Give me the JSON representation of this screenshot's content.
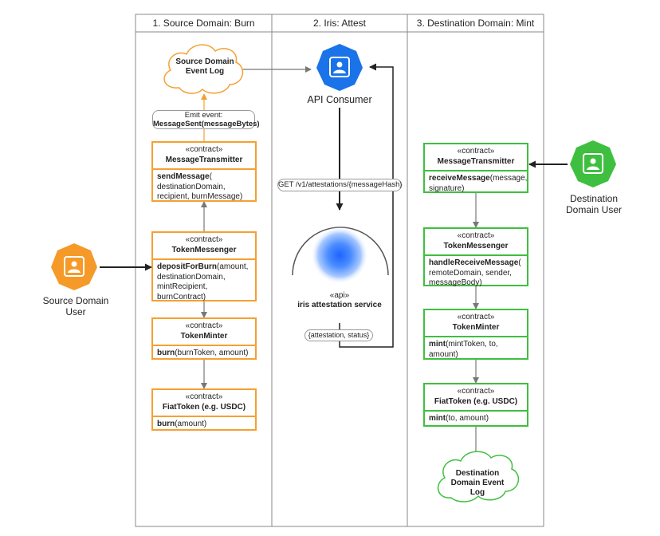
{
  "lanes": [
    "1. Source Domain: Burn",
    "2. Iris: Attest",
    "3. Destination Domain: Mint"
  ],
  "actors": {
    "source_user": [
      "Source Domain",
      "User"
    ],
    "api_consumer": "API Consumer",
    "destination_user": [
      "Destination",
      "Domain User"
    ]
  },
  "clouds": {
    "source_log": [
      "Source Domain",
      "Event Log"
    ],
    "destination_log": [
      "Destination",
      "Domain Event",
      "Log"
    ]
  },
  "emit_event": {
    "line1": "Emit event:",
    "line2": "MessageSent(messageBytes)"
  },
  "get_request": "GET /v1/attestations/{messageHash}",
  "attestation_response": "{attestation, status}",
  "iris_service": {
    "stereotype": "«api»",
    "name": "iris attestation service"
  },
  "colors": {
    "source": "#f5a032",
    "destination": "#3fbf3f",
    "api": "#1a73e8"
  },
  "source_contracts": [
    {
      "stereotype": "«contract»",
      "name": "MessageTransmitter",
      "method": "sendMessage",
      "args": "(\ndestinationDomain,\nrecipient, burnMessage)"
    },
    {
      "stereotype": "«contract»",
      "name": "TokenMessenger",
      "method": "depositForBurn",
      "args": "(amount,\ndestinationDomain,\nmintRecipient,\nburnContract)"
    },
    {
      "stereotype": "«contract»",
      "name": "TokenMinter",
      "method": "burn",
      "args": "(burnToken, amount)"
    },
    {
      "stereotype": "«contract»",
      "name": "FiatToken (e.g. USDC)",
      "method": "burn",
      "args": "(amount)"
    }
  ],
  "destination_contracts": [
    {
      "stereotype": "«contract»",
      "name": "MessageTransmitter",
      "method": "receiveMessage",
      "args": "(message,\nsignature)"
    },
    {
      "stereotype": "«contract»",
      "name": "TokenMessenger",
      "method": "handleReceiveMessage",
      "args": "(\nremoteDomain, sender,\nmessageBody)"
    },
    {
      "stereotype": "«contract»",
      "name": "TokenMinter",
      "method": "mint",
      "args": "(mintToken, to,\namount)"
    },
    {
      "stereotype": "«contract»",
      "name": "FiatToken (e.g. USDC)",
      "method": "mint",
      "args": "(to, amount)"
    }
  ]
}
